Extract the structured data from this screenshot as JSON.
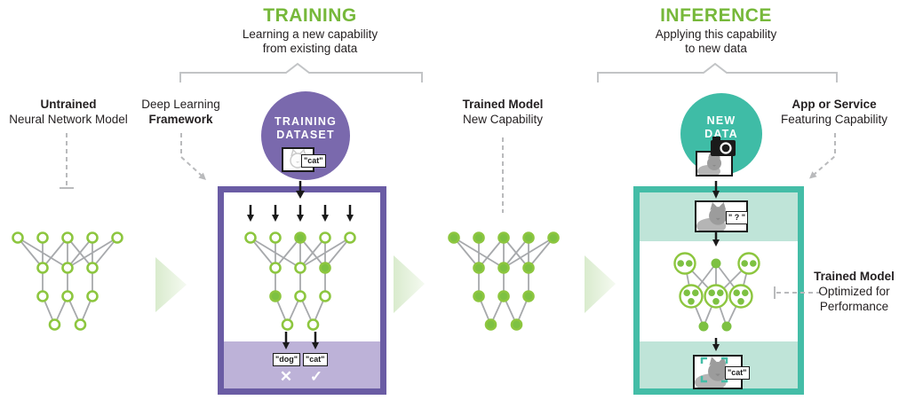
{
  "training_section": {
    "title": "TRAINING",
    "subtitle1": "Learning a new capability",
    "subtitle2": "from existing data"
  },
  "inference_section": {
    "title": "INFERENCE",
    "subtitle1": "Applying this capability",
    "subtitle2": "to new data"
  },
  "labels": {
    "untrained_bold": "Untrained",
    "untrained_rest": "Neural Network Model",
    "framework_line1": "Deep Learning",
    "framework_bold": "Framework",
    "trained_bold": "Trained Model",
    "trained_rest": "New Capability",
    "app_bold": "App or Service",
    "app_rest": "Featuring Capability",
    "optimized_bold": "Trained Model",
    "optimized_line2": "Optimized for",
    "optimized_line3": "Performance"
  },
  "purple_circle": {
    "line1": "TRAINING",
    "line2": "DATASET",
    "photo_tag": "\"cat\""
  },
  "teal_circle": {
    "line1": "NEW",
    "line2": "DATA"
  },
  "training_box": {
    "tag_dog": "\"dog\"",
    "tag_cat": "\"cat\"",
    "wrong_mark": "✕",
    "correct_mark": "✓"
  },
  "inference_box": {
    "input_tag": "\" ? \"",
    "output_tag": "\"cat\""
  },
  "colors": {
    "green": "#7dc142",
    "green_stroke": "#8dc63f",
    "green_header": "#76b83a",
    "purple": "#6a5ca4",
    "purple_circle": "#7a69ad",
    "lavender": "#bdb2d8",
    "teal": "#44bda7",
    "teal_circle": "#3fbca6",
    "mint": "#bfe4d8",
    "edge_gray": "#a7a9ac",
    "dash_gray": "#b9babc",
    "bracket_gray": "#c2c4c6",
    "ink": "#231f20",
    "cat_gray": "#9c9c9c",
    "cat_light": "#b5b5b5"
  },
  "networks": {
    "layers": [
      5,
      3,
      3,
      2
    ],
    "untrained_filled": [
      [
        0,
        0,
        0,
        0,
        0
      ],
      [
        0,
        0,
        0
      ],
      [
        0,
        0,
        0
      ],
      [
        0,
        0
      ]
    ],
    "training_box_filled": [
      [
        0,
        0,
        1,
        0,
        0
      ],
      [
        0,
        0,
        1
      ],
      [
        1,
        0,
        0
      ],
      [
        0,
        0
      ]
    ],
    "trained_filled": [
      [
        1,
        1,
        1,
        1,
        1
      ],
      [
        1,
        1,
        1
      ],
      [
        1,
        1,
        1
      ],
      [
        1,
        1
      ]
    ]
  }
}
